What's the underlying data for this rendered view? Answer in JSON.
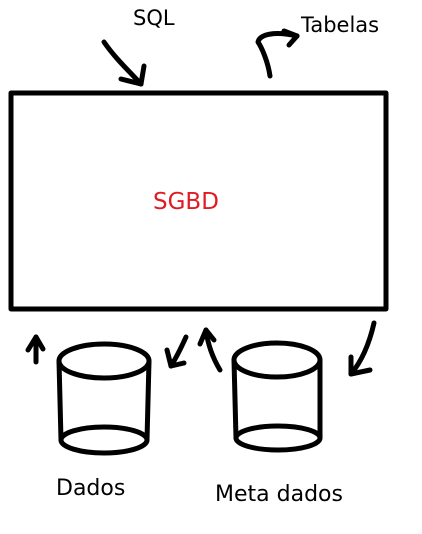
{
  "labels": {
    "sql": "SQL",
    "tabelas": "Tabelas",
    "sgbd": "SGBD",
    "dados": "Dados",
    "meta_dados": "Meta dados"
  },
  "colors": {
    "stroke": "#000000",
    "sgbd_text": "#e01b24",
    "background": "#ffffff"
  },
  "icons": [
    "arrow-sql-in-icon",
    "arrow-tabelas-out-icon",
    "arrow-up-left-icon",
    "arrow-down-to-dados-icon",
    "arrow-up-from-meta-icon",
    "arrow-down-right-icon",
    "cylinder-dados-icon",
    "cylinder-meta-dados-icon"
  ]
}
